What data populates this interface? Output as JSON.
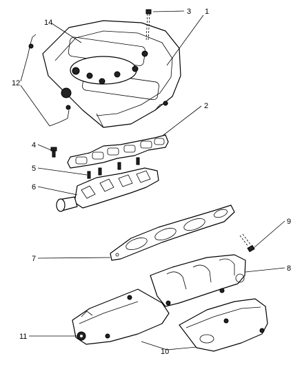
{
  "diagram": {
    "callouts": [
      "1",
      "2",
      "3",
      "4",
      "5",
      "6",
      "7",
      "8",
      "9",
      "10",
      "11",
      "12",
      "14"
    ]
  }
}
